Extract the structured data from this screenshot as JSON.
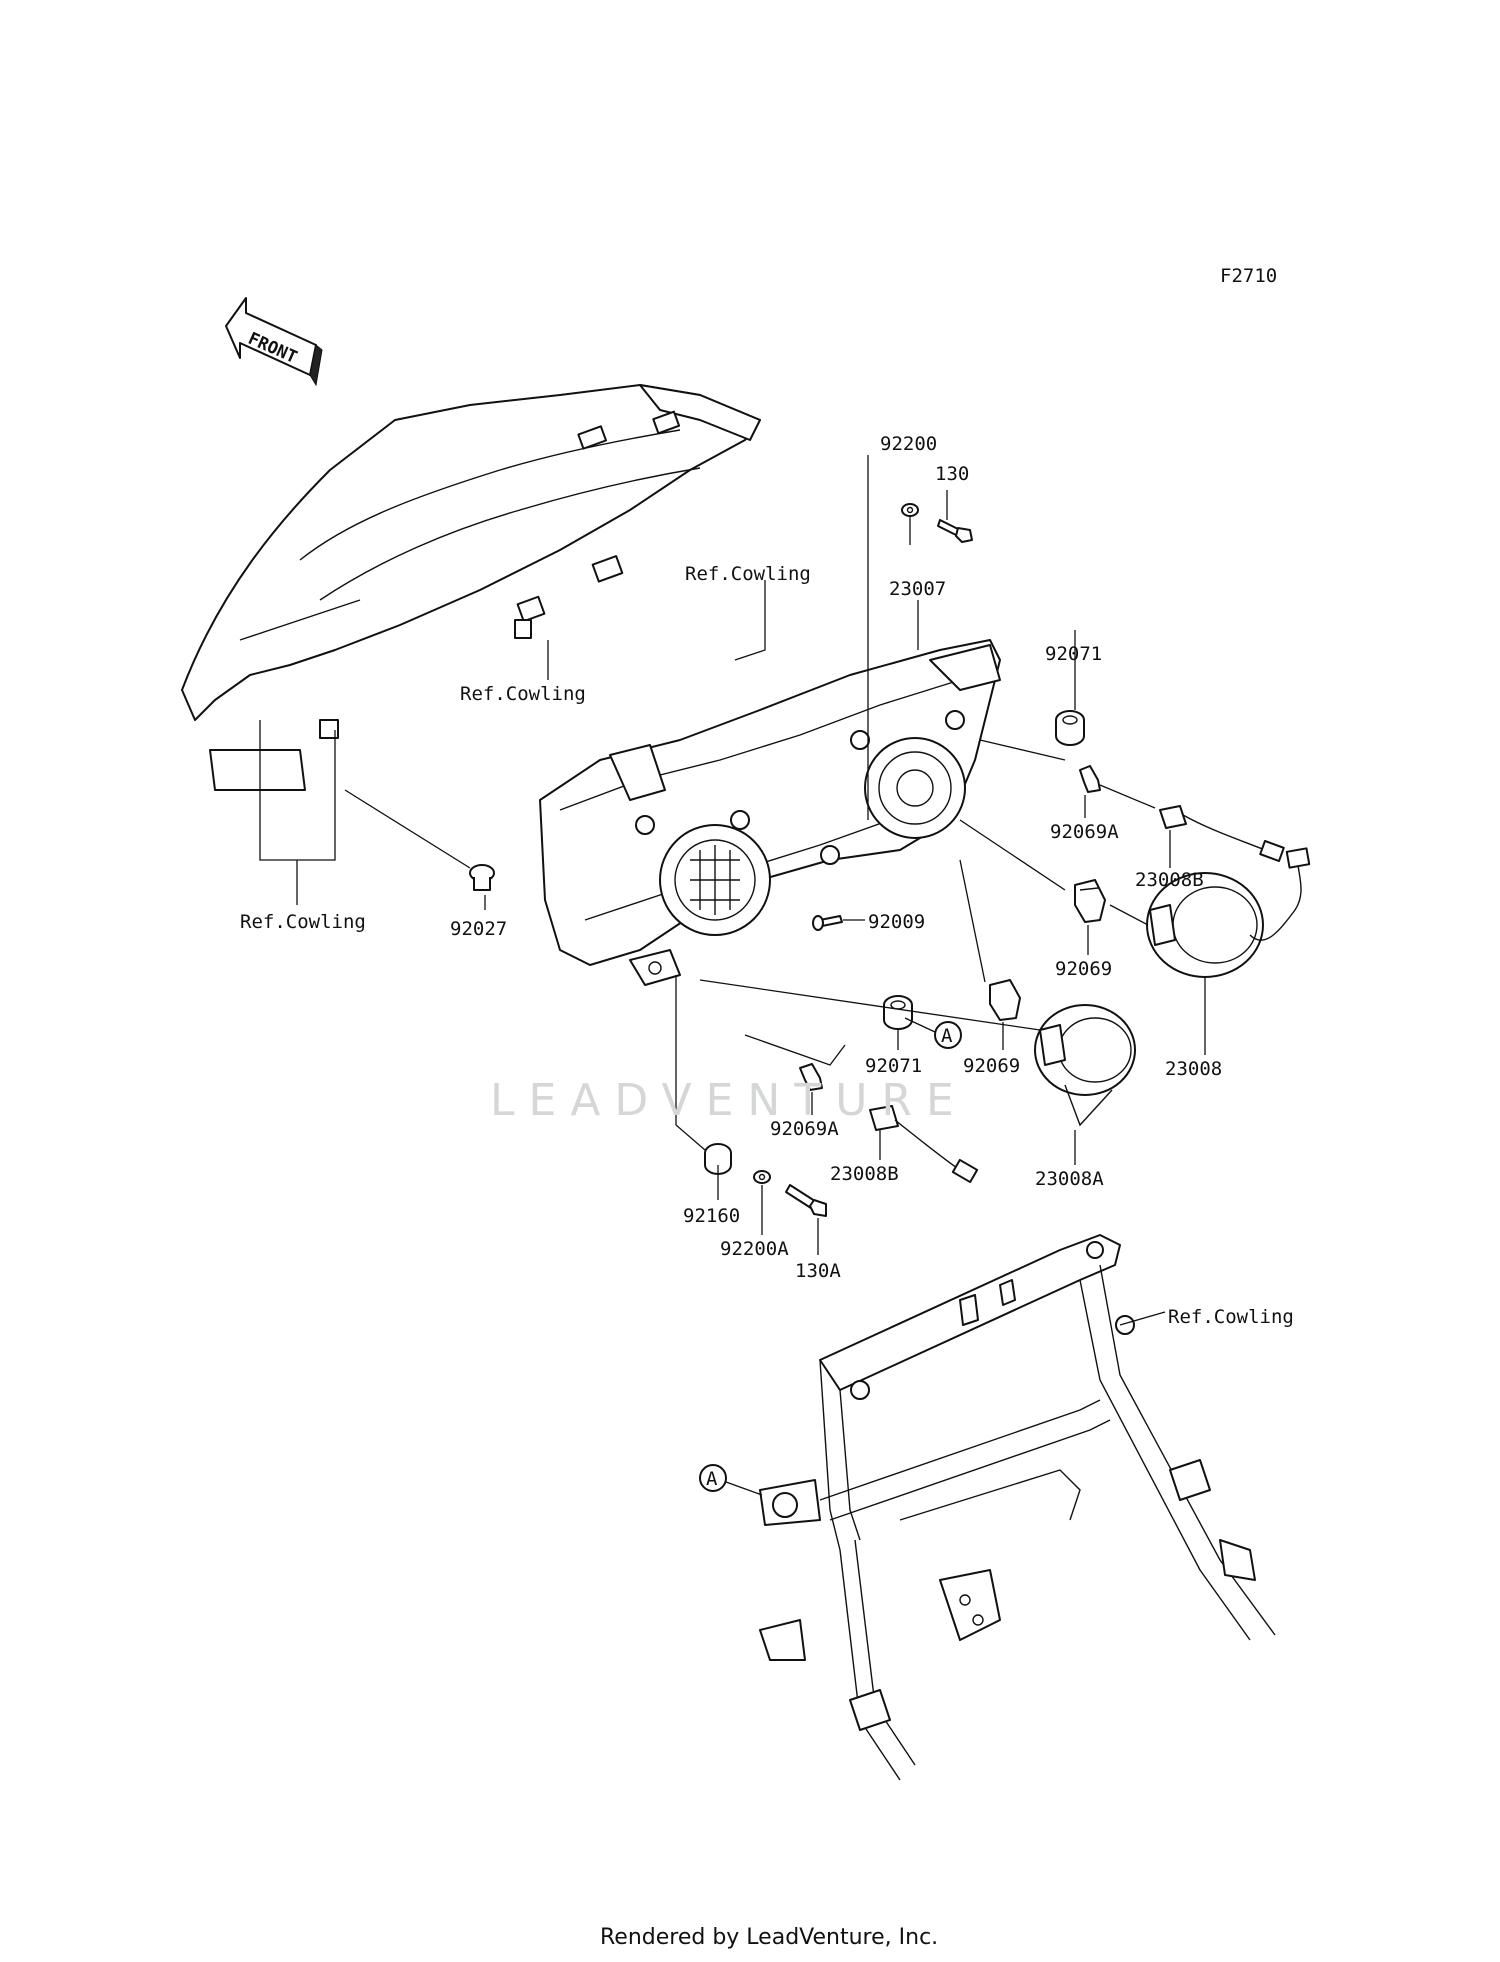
{
  "diagram_code": "F2710",
  "front_arrow": "FRONT",
  "watermark": "LEADVENTURE",
  "footer": "Rendered by LeadVenture, Inc.",
  "ref_label": "A",
  "parts": [
    {
      "id": "p-92200",
      "number": "92200"
    },
    {
      "id": "p-130",
      "number": "130"
    },
    {
      "id": "p-23007",
      "number": "23007"
    },
    {
      "id": "p-92071-upper",
      "number": "92071"
    },
    {
      "id": "p-92069a-upper",
      "number": "92069A"
    },
    {
      "id": "p-23008b-upper",
      "number": "23008B"
    },
    {
      "id": "p-92009",
      "number": "92009"
    },
    {
      "id": "p-92069-upper",
      "number": "92069"
    },
    {
      "id": "p-23008",
      "number": "23008"
    },
    {
      "id": "p-92027",
      "number": "92027"
    },
    {
      "id": "p-92071-lower",
      "number": "92071"
    },
    {
      "id": "p-92069-lower",
      "number": "92069"
    },
    {
      "id": "p-92069a-lower",
      "number": "92069A"
    },
    {
      "id": "p-23008b-lower",
      "number": "23008B"
    },
    {
      "id": "p-23008a",
      "number": "23008A"
    },
    {
      "id": "p-92160",
      "number": "92160"
    },
    {
      "id": "p-92200a",
      "number": "92200A"
    },
    {
      "id": "p-130a",
      "number": "130A"
    }
  ],
  "references": [
    {
      "id": "ref-cowling-top",
      "text": "Ref.Cowling"
    },
    {
      "id": "ref-cowling-mid",
      "text": "Ref.Cowling"
    },
    {
      "id": "ref-cowling-left",
      "text": "Ref.Cowling"
    },
    {
      "id": "ref-cowling-frame",
      "text": "Ref.Cowling"
    }
  ]
}
